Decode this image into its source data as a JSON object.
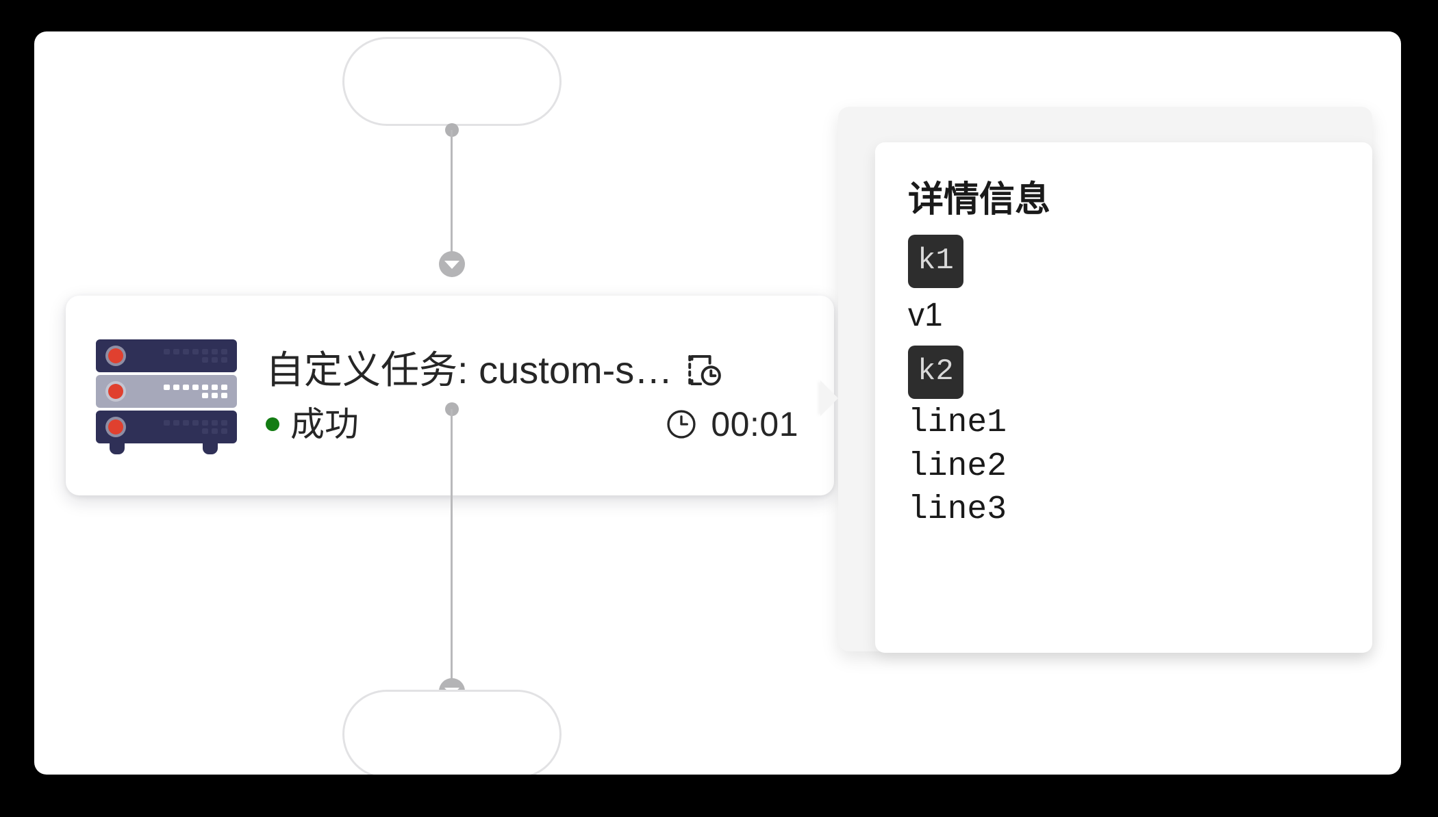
{
  "canvas": {
    "background": "#ffffff",
    "frame_color": "#000000"
  },
  "graph": {
    "start_node": {
      "label": "",
      "shape": "pill"
    },
    "end_node": {
      "label": "",
      "shape": "pill"
    },
    "edge_upper": {
      "marker": "arrow-down-icon"
    },
    "edge_lower": {
      "marker": "arrow-down-icon"
    }
  },
  "task_card": {
    "icon": "server-icon",
    "title": "自定义任务: custom-s…",
    "history_icon": "schedule-history-icon",
    "status": {
      "label": "成功",
      "dot_color": "#137c13"
    },
    "duration": {
      "icon": "clock-icon",
      "value": "00:01"
    }
  },
  "tooltip": {
    "title": "详情信息",
    "entries": [
      {
        "key": "k1",
        "value": "v1",
        "mono": false
      },
      {
        "key": "k2",
        "lines": [
          "line1",
          "line2",
          "line3"
        ],
        "mono": true
      }
    ],
    "badge_bg": "#2d2d2d",
    "badge_fg": "#d9d9d9"
  }
}
